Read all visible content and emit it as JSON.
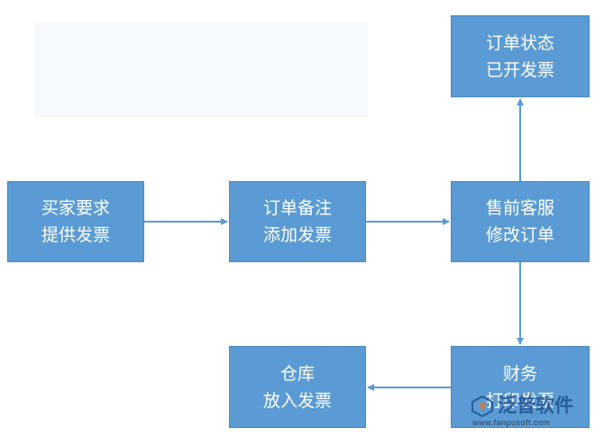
{
  "diagram": {
    "nodes": {
      "order_status": {
        "line1": "订单状态",
        "line2": "已开发票"
      },
      "buyer": {
        "line1": "买家要求",
        "line2": "提供发票"
      },
      "order_note": {
        "line1": "订单备注",
        "line2": "添加发票"
      },
      "presales": {
        "line1": "售前客服",
        "line2": "修改订单"
      },
      "warehouse": {
        "line1": "仓库",
        "line2": "放入发票"
      },
      "finance": {
        "line1": "财务",
        "line2": "打印发票"
      }
    },
    "edges": [
      {
        "from": "buyer",
        "to": "order_note"
      },
      {
        "from": "order_note",
        "to": "presales"
      },
      {
        "from": "presales",
        "to": "order_status"
      },
      {
        "from": "presales",
        "to": "finance"
      },
      {
        "from": "finance",
        "to": "warehouse"
      }
    ]
  },
  "watermark": {
    "name": "泛普软件",
    "url": "www.fanpusoft.com"
  },
  "colors": {
    "node_fill": "#5b9bd5",
    "node_border": "#4a87c0",
    "arrow": "#5b9bd5",
    "watermark_text": "#1e4f8f"
  }
}
